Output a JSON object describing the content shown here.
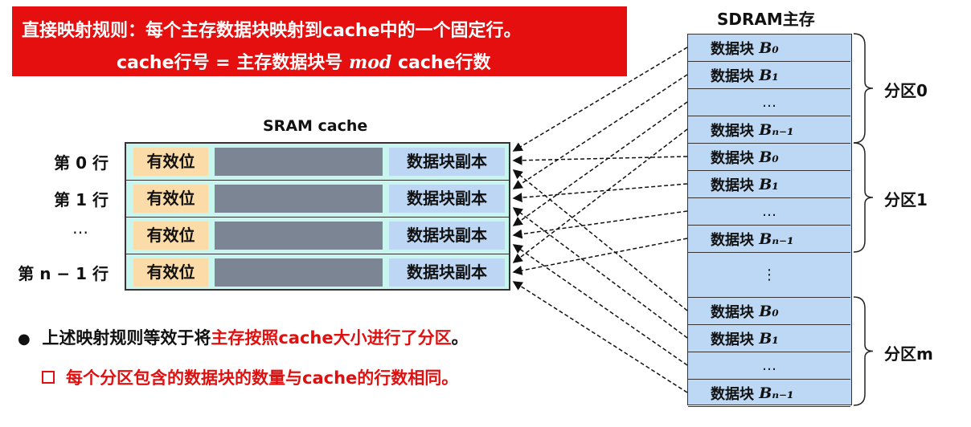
{
  "banner": {
    "line1": "直接映射规则：每个主存数据块映射到cache中的一个固定行。",
    "line2_a": "cache行号 = 主存数据块号 ",
    "line2_mod": "mod",
    "line2_b": "  cache行数"
  },
  "cache": {
    "title": "SRAM  cache",
    "valid_label": "有效位",
    "copy_label": "数据块副本",
    "row_labels": [
      "第 0 行",
      "第 1 行",
      "…",
      "第 n − 1 行"
    ]
  },
  "sdram": {
    "title": "SDRAM主存",
    "block_label": "数据块 ",
    "blocks": [
      "B₀",
      "B₁",
      "…",
      "Bₙ₋₁"
    ],
    "vdots": "⋮",
    "partitions": [
      "分区0",
      "分区1",
      "分区m"
    ]
  },
  "notes": {
    "bullet1_a": "上述映射规则等效于将",
    "bullet1_red": "主存按照cache大小进行了分区",
    "bullet1_end": "。",
    "bullet2": "每个分区包含的数据块的数量与cache的行数相同。"
  }
}
